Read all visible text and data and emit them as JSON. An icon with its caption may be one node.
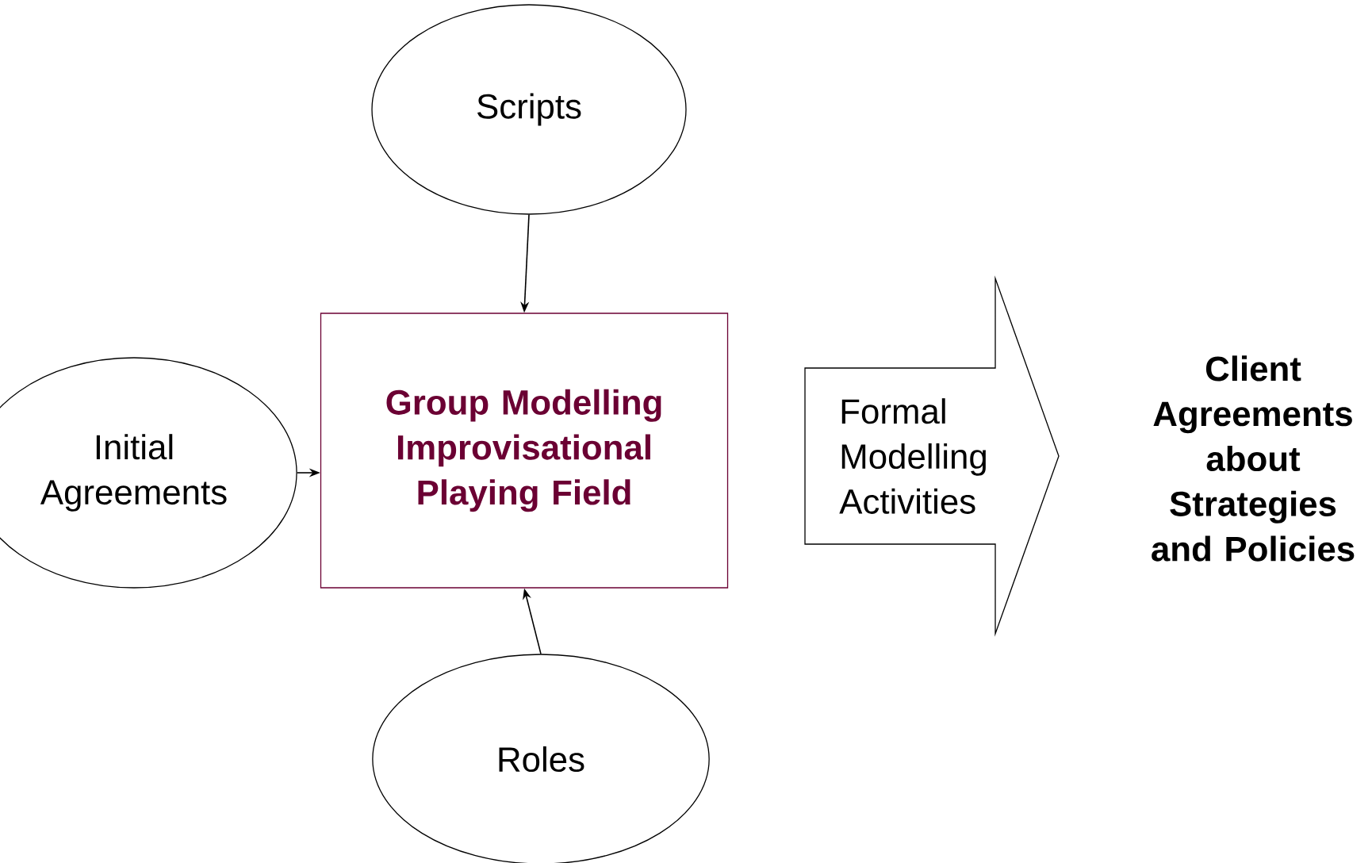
{
  "diagram": {
    "nodes": [
      {
        "text": [
          "Scripts"
        ]
      },
      {
        "text": [
          "Group Modelling Improvisational Playing Field"
        ]
      },
      {
        "text": [
          "Initial Agreements"
        ]
      },
      {
        "text": [
          "Roles"
        ]
      },
      {
        "text": [
          "Formal Modelling Activities"
        ]
      },
      {
        "text": [
          "Client Agreements about Strategies and Policies"
        ]
      }
    ],
    "edges": [
      {
        "from": 0,
        "to": 1,
        "arrow": "to"
      },
      {
        "from": 2,
        "to": 1,
        "arrow": "to"
      },
      {
        "from": 3,
        "to": 1,
        "arrow": "to"
      }
    ]
  }
}
